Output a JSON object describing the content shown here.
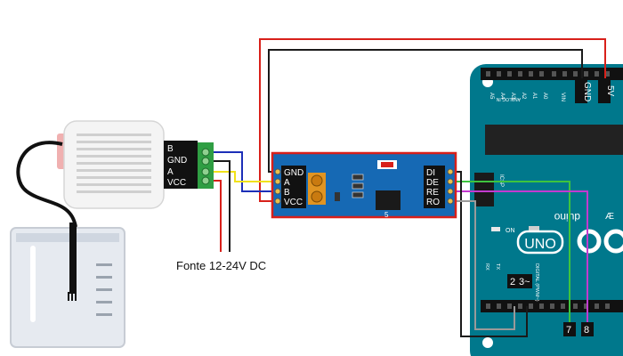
{
  "sensor": {
    "pins": [
      "B",
      "GND",
      "A",
      "VCC"
    ]
  },
  "power_label": "Fonte 12-24V DC",
  "rs485": {
    "left_pins": [
      "GND",
      "A",
      "B",
      "VCC"
    ],
    "right_pins": [
      "DI",
      "DE",
      "RE",
      "RO"
    ],
    "chip_number": "5"
  },
  "arduino": {
    "header_pins_top": [
      "GND",
      "5V"
    ],
    "analog_label": "ANALOG IN",
    "vin_label": "VIN",
    "pin_labels": [
      "2",
      "3~",
      "7",
      "8"
    ],
    "uno_logo": "UNO",
    "brand_fragment": "duino",
    "tx_label": "TX",
    "on_label": "ON",
    "digital_label": "DIGITAL (PWM~)",
    "rx_label": "RX",
    "icsp_label": "ICSP",
    "ioref_fragment": "Æ",
    "a_labels": [
      "A5",
      "A4",
      "A3",
      "A2",
      "A1",
      "A0"
    ]
  },
  "colors": {
    "red_wire": "#d8201a",
    "black_wire": "#1a1a1a",
    "blue_wire": "#1c2fb8",
    "yellow_wire": "#f1e21a",
    "green_wire": "#3ec43e",
    "magenta_wire": "#c33ad0",
    "gray_wire": "#9a9a9a",
    "board_blue": "#00778a",
    "rs485_blue": "#1669b4",
    "terminal_green": "#2f9e43"
  }
}
